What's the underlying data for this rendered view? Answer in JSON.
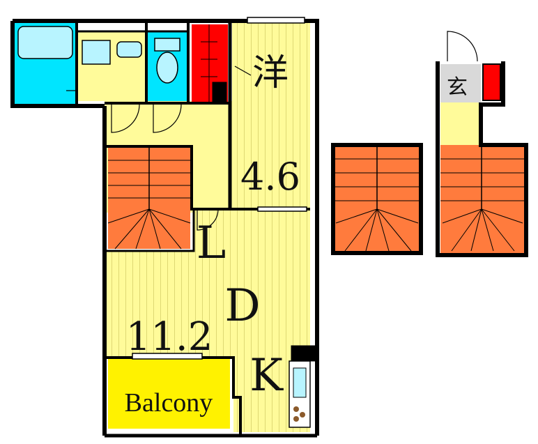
{
  "floorplan": {
    "room_western_label": "洋",
    "room_western_size": "4.6",
    "ldk_letters": [
      "L",
      "D",
      "K"
    ],
    "ldk_size": "11.2",
    "balcony_label": "Balcony",
    "entrance_label": "玄"
  },
  "colors": {
    "wall": "#000000",
    "floor": "#fffb9a",
    "floor_stripe": "#c9c25a",
    "wet_area": "#00e5ff",
    "stairs": "#ff7b3d",
    "storage": "#ff0000",
    "balcony": "#fff200",
    "entrance_tile": "#d9d9d9"
  },
  "icons": [
    "bathtub-icon",
    "washbasin-icon",
    "toilet-icon",
    "stove-icon",
    "sink-icon",
    "door-swing-icon",
    "staircase-icon"
  ]
}
